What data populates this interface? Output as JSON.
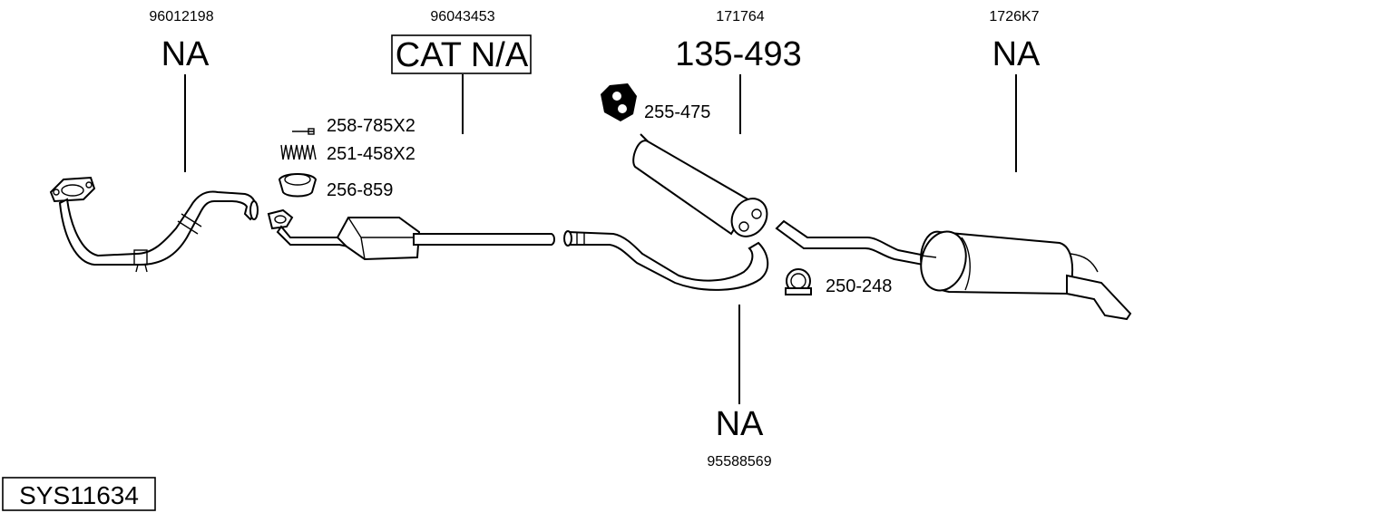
{
  "system": {
    "code": "SYS11634"
  },
  "parts": [
    {
      "oe_number": "96012198",
      "part_number": "NA"
    },
    {
      "oe_number": "96043453",
      "part_number": "CAT N/A"
    },
    {
      "oe_number": "171764",
      "part_number": "135-493"
    },
    {
      "oe_number": "1726K7",
      "part_number": "NA"
    },
    {
      "oe_number": "95588569",
      "part_number": "NA"
    }
  ],
  "accessories": [
    {
      "part_number": "258-785X2",
      "icon": "bolt-icon"
    },
    {
      "part_number": "251-458X2",
      "icon": "spring-icon"
    },
    {
      "part_number": "256-859",
      "icon": "sealing-ring-icon"
    },
    {
      "part_number": "255-475",
      "icon": "rubber-mount-icon"
    },
    {
      "part_number": "250-248",
      "icon": "clamp-icon"
    }
  ],
  "colors": {
    "line": "#000000",
    "background": "#ffffff"
  }
}
